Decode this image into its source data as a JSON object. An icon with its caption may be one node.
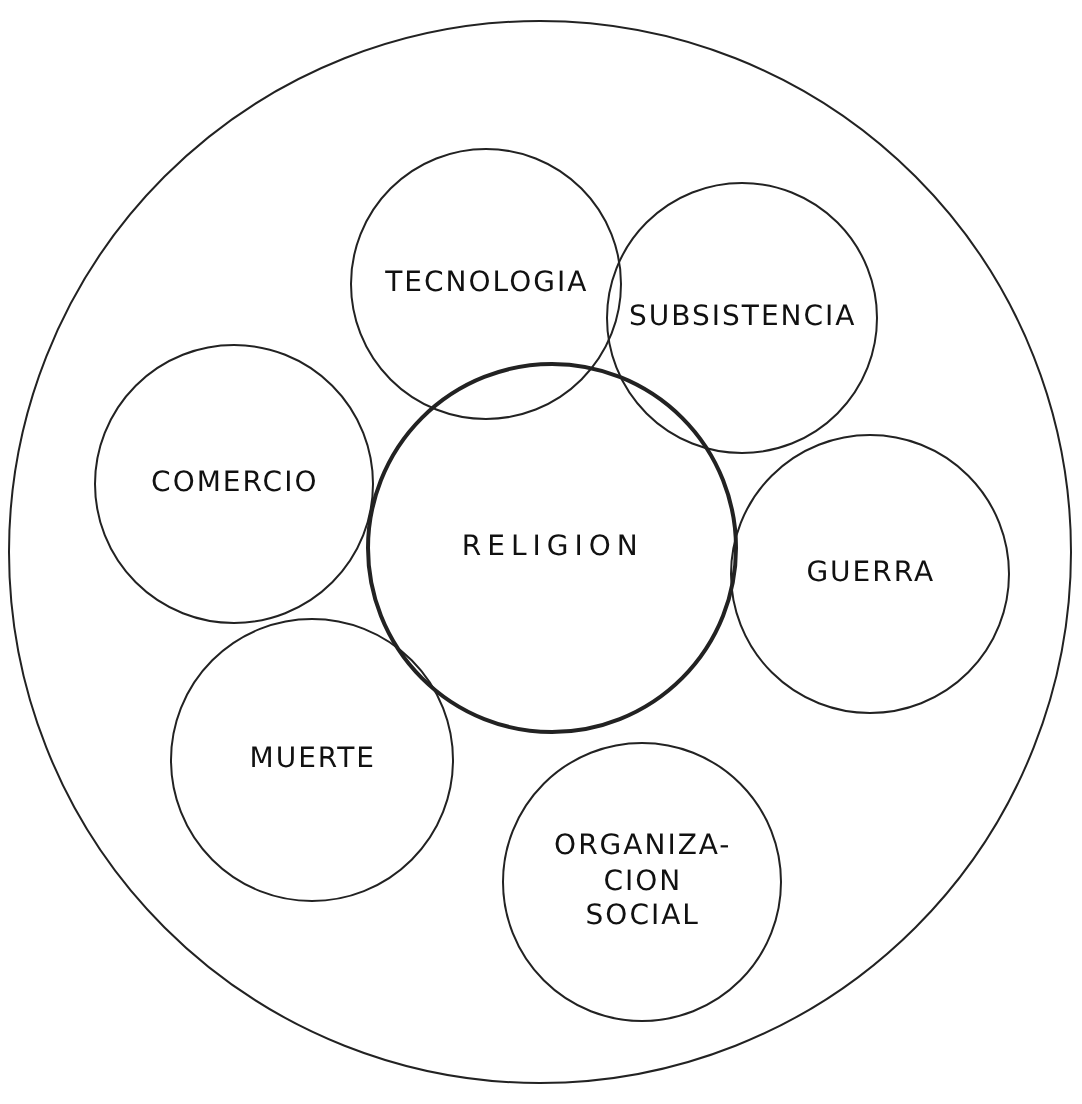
{
  "diagram": {
    "nodes": [
      {
        "text": [],
        "shape": "circle"
      },
      {
        "text": [
          "TECNOLOGIA"
        ],
        "in": 0
      },
      {
        "text": [
          "SUBSISTENCIA"
        ],
        "in": 0
      },
      {
        "text": [
          "COMERCIO"
        ],
        "in": 0
      },
      {
        "text": [
          "RELIGION"
        ],
        "in": 0
      },
      {
        "text": [
          "GUERRA"
        ],
        "in": 0
      },
      {
        "text": [
          "MUERTE"
        ],
        "in": 0
      },
      {
        "text": [
          "ORGANIZA- CION SOCIAL"
        ],
        "in": 0
      }
    ]
  }
}
